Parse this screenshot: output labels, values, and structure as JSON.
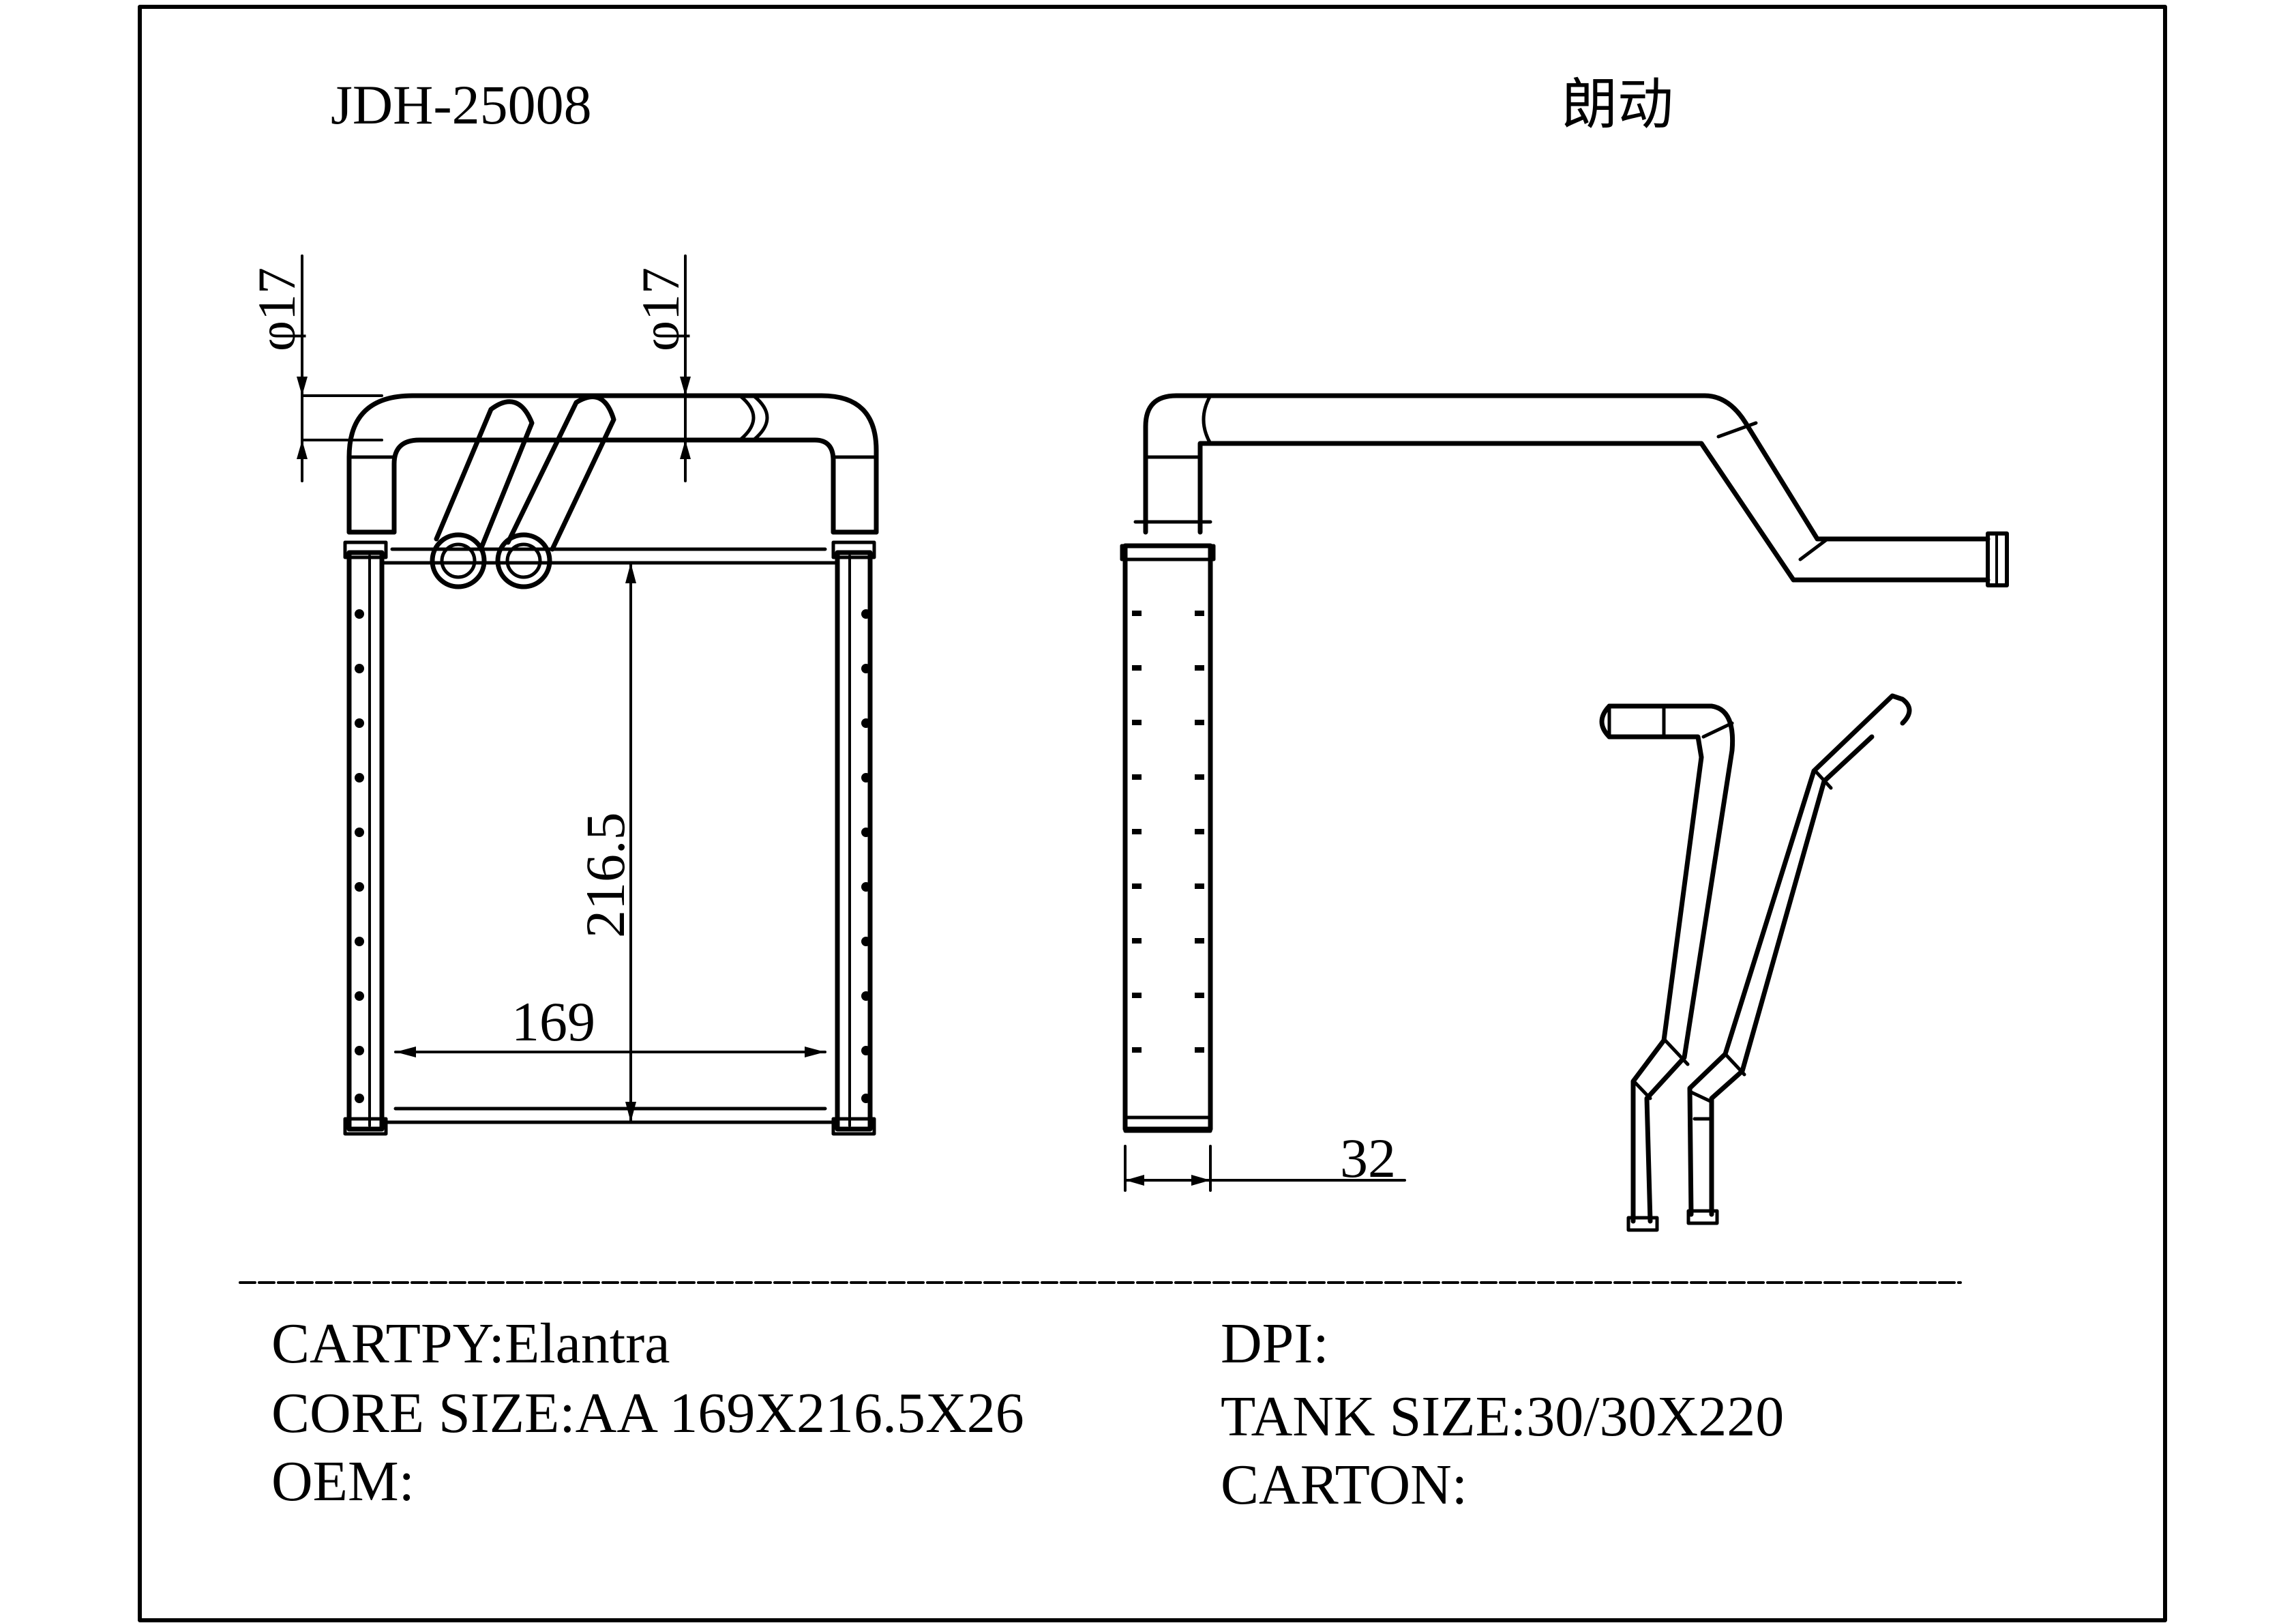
{
  "header": {
    "part_number": "JDH-25008",
    "model_cn": "朗动"
  },
  "dimensions": {
    "pipe_left": "φ17",
    "pipe_right": "φ17",
    "height": "216.5",
    "width": "169",
    "depth": "32"
  },
  "specs": {
    "cartpy": "CARTPY:Elantra",
    "core_size": "CORE SIZE:AA 169X216.5X26",
    "oem": "OEM:",
    "dpi": "DPI:",
    "tank_size": "TANK SIZE:30/30X220",
    "carton": "CARTON:"
  }
}
